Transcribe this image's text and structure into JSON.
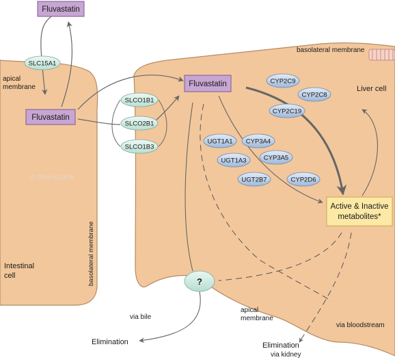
{
  "drug_boxes": {
    "top": "Fluvastatin",
    "intestinal": "Fluvastatin",
    "liver": "Fluvastatin"
  },
  "transporters": {
    "slc15a1": "SLC15A1",
    "slco1b1": "SLCO1B1",
    "slco2b1": "SLCO2B1",
    "slco1b3": "SLCO1B3"
  },
  "enzymes": {
    "cyp2c9": "CYP2C9",
    "cyp2c8": "CYP2C8",
    "cyp2c19": "CYP2C19",
    "ugt1a1": "UGT1A1",
    "cyp3a4": "CYP3A4",
    "ugt1a3": "UGT1A3",
    "cyp3a5": "CYP3A5",
    "ugt2b7": "UGT2B7",
    "cyp2d6": "CYP2D6"
  },
  "metabolites": {
    "line1": "Active & Inactive",
    "line2": "metabolites*"
  },
  "unknown": "?",
  "labels": {
    "apical_membrane_line1": "apical",
    "apical_membrane_line2": "membrane",
    "intestinal_cell_line1": "Intestinal",
    "intestinal_cell_line2": "cell",
    "basolateral_membrane_vertical": "basolateral membrane",
    "basolateral_membrane_top": "basolateral membrane",
    "liver_cell": "Liver cell",
    "liver_apical_line1": "apical",
    "liver_apical_line2": "membrane",
    "via_bile": "via bile",
    "via_bloodstream": "via bloodstream",
    "elimination_bile": "Elimination",
    "elimination_kidney_line1": "Elimination",
    "elimination_kidney_line2": "via kidney",
    "watermark": "© PharmGKB"
  },
  "colors": {
    "cell_fill": "#f2c79c",
    "cell_stroke": "#b58a62",
    "drug_box": "#c7a6d3",
    "drug_box_stroke": "#7f5a8d",
    "enzyme_fill": "#bfd3ea",
    "transporter_fill": "#d6eee7",
    "metabolite_fill": "#fde9a6",
    "arrow": "#666666"
  }
}
